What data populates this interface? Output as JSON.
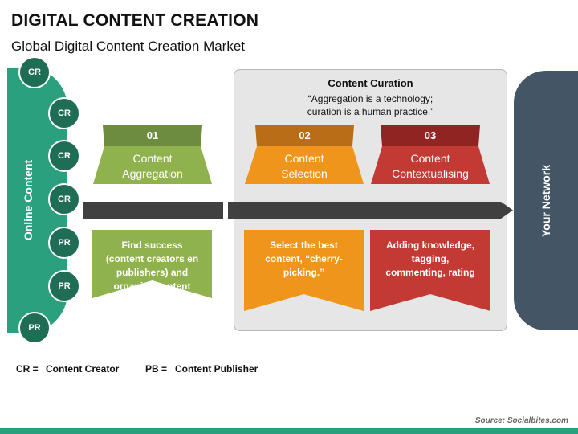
{
  "header": {
    "title": "DIGITAL CONTENT CREATION",
    "subtitle": "Global Digital Content Creation Market"
  },
  "left_band": {
    "label": "Online Content",
    "items": [
      "CR",
      "CR",
      "CR",
      "CR",
      "PR",
      "PR",
      "PR"
    ]
  },
  "curation": {
    "title": "Content Curation",
    "quote_line1": "“Aggregation is a technology;",
    "quote_line2": "curation is a human practice.”"
  },
  "right_band": {
    "label": "Your Network"
  },
  "steps": [
    {
      "number": "01",
      "title_line1": "Content",
      "title_line2": "Aggregation",
      "desc_lines": [
        "Find success",
        "(content creators en",
        "publishers) and",
        "organize content"
      ],
      "colors": {
        "header": "#6e8c3f",
        "body": "#8fb14e",
        "desc": "#8fb14e"
      }
    },
    {
      "number": "02",
      "title_line1": "Content",
      "title_line2": "Selection",
      "desc_lines": [
        "Select the best",
        "content, “cherry-",
        "picking.”"
      ],
      "colors": {
        "header": "#b96d17",
        "body": "#f0951c",
        "desc": "#f0951c"
      }
    },
    {
      "number": "03",
      "title_line1": "Content",
      "title_line2": "Contextualising",
      "desc_lines": [
        "Adding knowledge,",
        "tagging,",
        "commenting, rating"
      ],
      "colors": {
        "header": "#8f2423",
        "body": "#c23a33",
        "desc": "#c23a33"
      }
    }
  ],
  "legend": [
    {
      "key": "CR =",
      "value": "Content Creator"
    },
    {
      "key": "PB =",
      "value": "Content Publisher"
    }
  ],
  "source": "Source: Socialbites.com",
  "colors": {
    "teal": "#2aa07f",
    "dark_teal": "#1f6d55",
    "slate": "#445566",
    "arrow": "#404040"
  }
}
